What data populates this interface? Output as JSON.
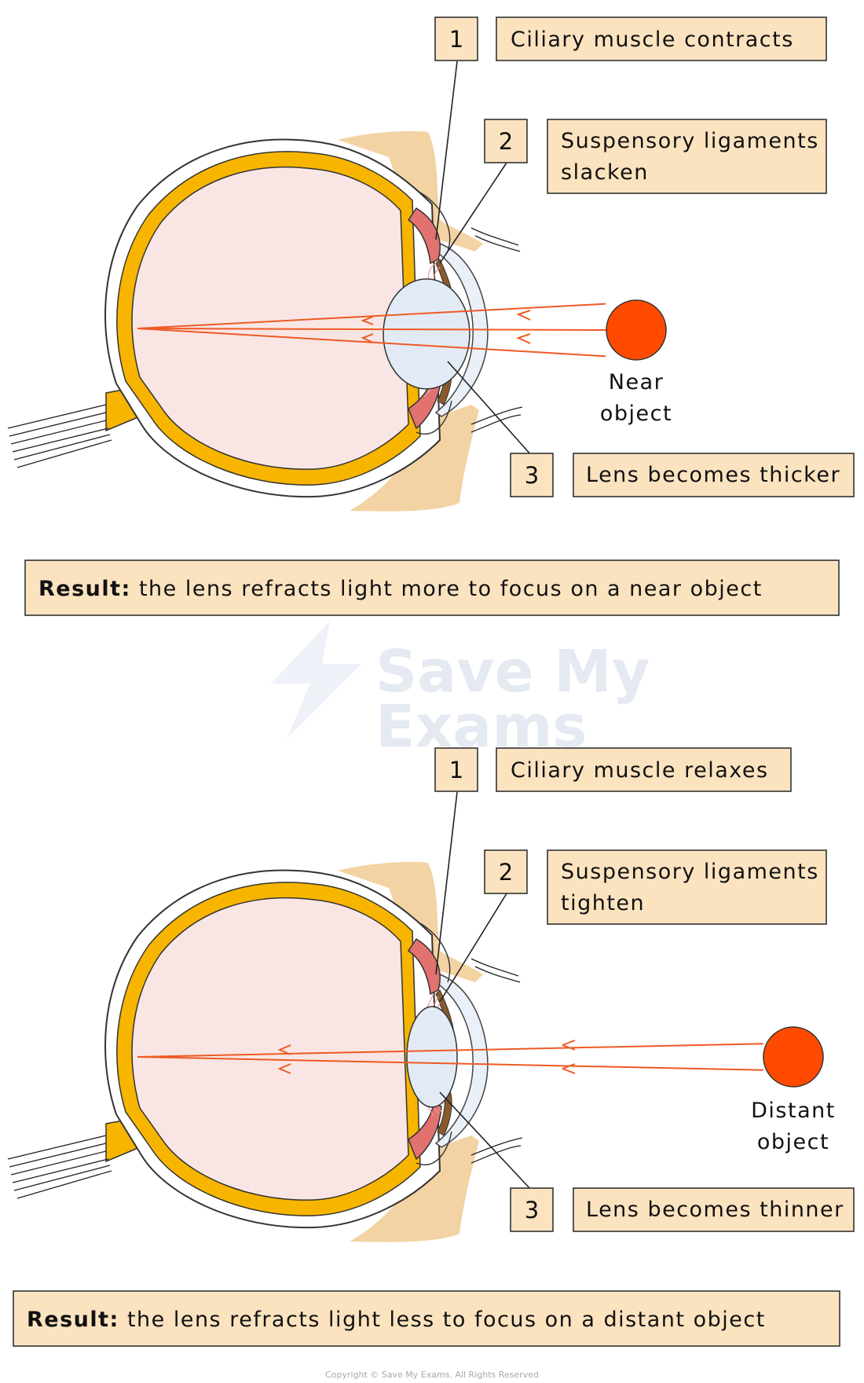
{
  "panels": [
    {
      "labels": [
        {
          "number": "1",
          "text": [
            "Ciliary muscle contracts"
          ]
        },
        {
          "number": "2",
          "text": [
            "Suspensory ligaments",
            "slacken"
          ]
        },
        {
          "number": "3",
          "text": [
            "Lens becomes thicker"
          ]
        }
      ],
      "object_label": [
        "Near",
        "object"
      ],
      "result_bold": "Result:",
      "result_text": " the lens refracts light more to focus on a near object"
    },
    {
      "labels": [
        {
          "number": "1",
          "text": [
            "Ciliary muscle relaxes"
          ]
        },
        {
          "number": "2",
          "text": [
            "Suspensory ligaments",
            "tighten"
          ]
        },
        {
          "number": "3",
          "text": [
            "Lens becomes thinner"
          ]
        }
      ],
      "object_label": [
        "Distant",
        "object"
      ],
      "result_bold": "Result:",
      "result_text": " the lens refracts light less to focus on a distant object"
    }
  ],
  "watermark": [
    "Save My",
    "Exams"
  ],
  "copyright": "Copyright © Save My Exams. All Rights Reserved",
  "colors": {
    "sclera_layer": "#f7b500",
    "vitreous": "#f9e6e4",
    "lens": "#e2ebf5",
    "cornea": "#eaf0f7",
    "eyelid": "#f3d3a3",
    "ciliary": "#e2726f",
    "iris": "#8a5a2b",
    "object": "#ff4a00",
    "ray": "#ee5a24",
    "label_box": "#fbe3c0"
  }
}
